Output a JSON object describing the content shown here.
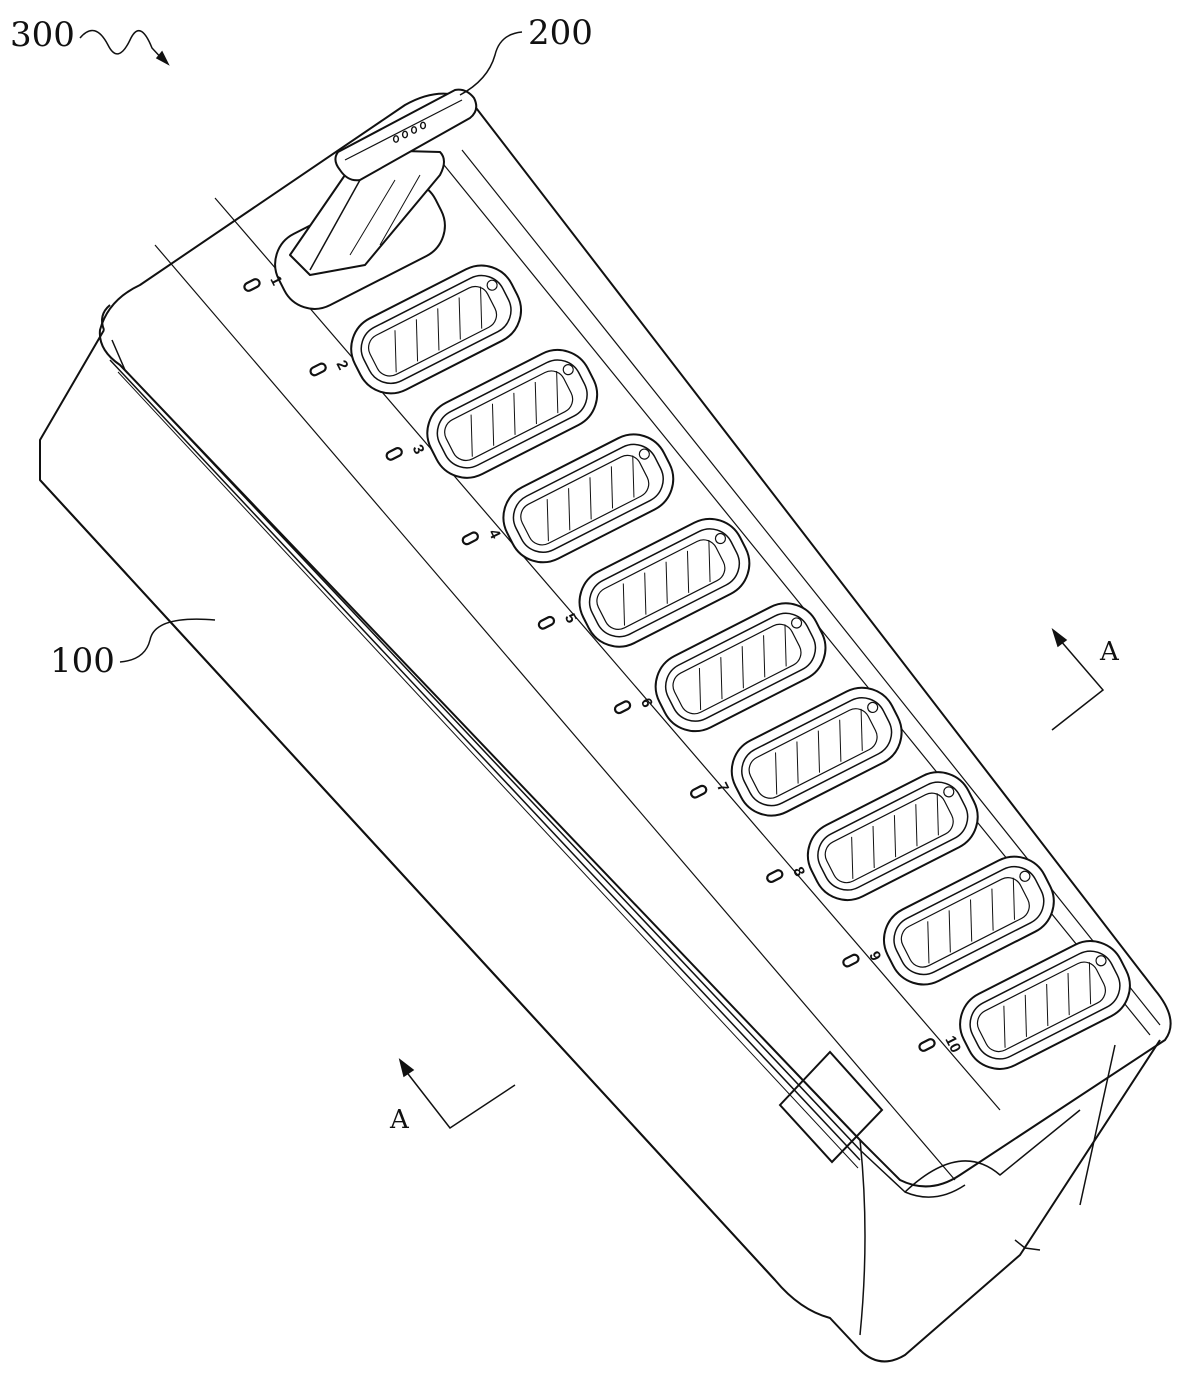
{
  "reference_labels": {
    "system": "300",
    "battery": "200",
    "housing": "100"
  },
  "section": {
    "top_label": "A",
    "bottom_label": "A"
  },
  "slot_numbers": [
    "1",
    "2",
    "3",
    "4",
    "5",
    "6",
    "7",
    "8",
    "9",
    "10"
  ],
  "battery_indicator_dots": 4,
  "colors": {
    "line": "#111111",
    "background": "#ffffff"
  }
}
